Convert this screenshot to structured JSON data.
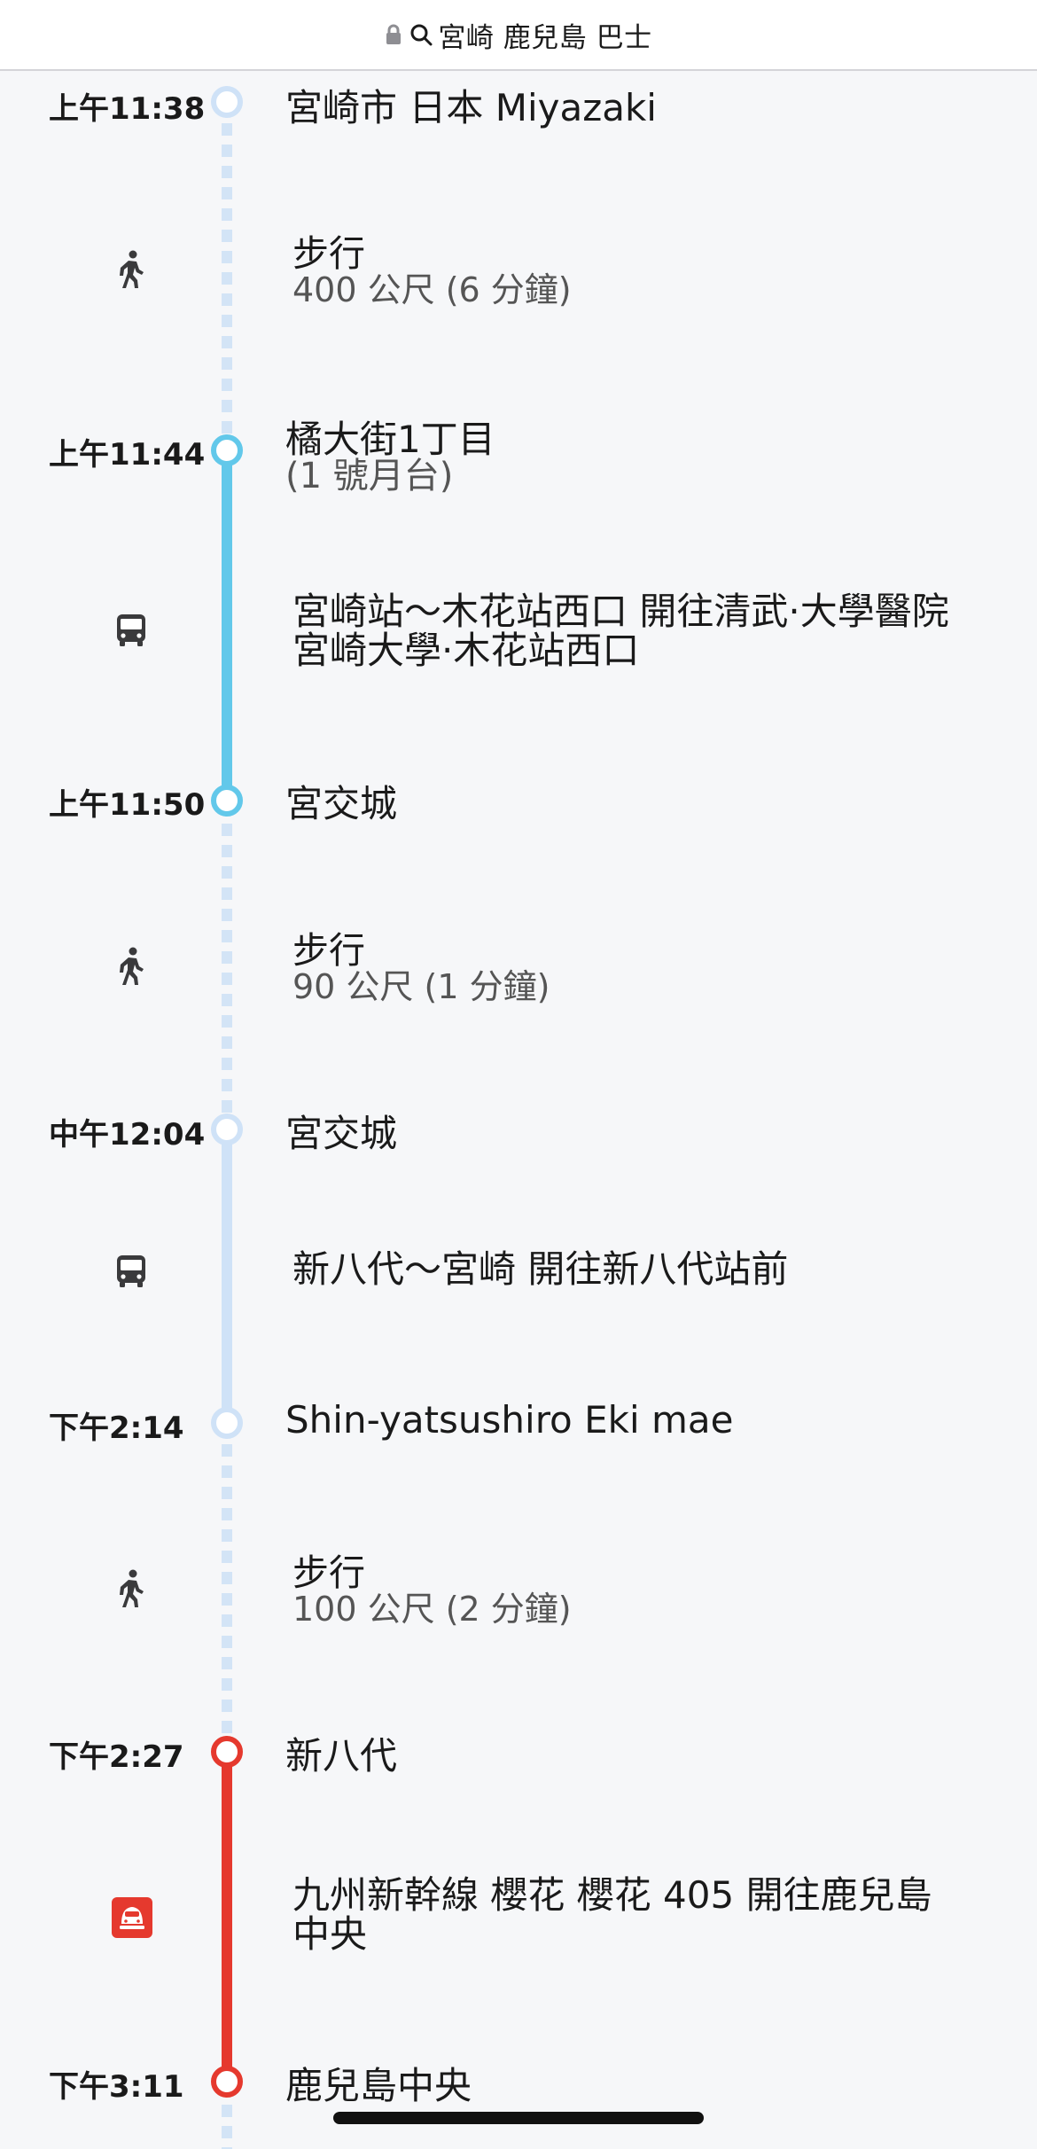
{
  "browser": {
    "url": "宮崎 鹿兒島 巴士",
    "icons": [
      "lock-icon",
      "search-icon"
    ]
  },
  "timeline": {
    "stops": [
      {
        "time": "上午11:38",
        "place": "宮崎市 日本 Miyazaki"
      },
      {
        "time": "上午11:44",
        "place": "橘大街1丁目",
        "platform": "(1 號月台)"
      },
      {
        "time": "上午11:50",
        "place": "宮交城"
      },
      {
        "time": "中午12:04",
        "place": "宮交城"
      },
      {
        "time": "下午2:14",
        "place": "Shin-yatsushiro Eki mae"
      },
      {
        "time": "下午2:27",
        "place": "新八代"
      },
      {
        "time": "下午3:11",
        "place": "鹿兒島中央"
      }
    ],
    "steps": [
      {
        "mode": "walk",
        "icon": "walking-icon",
        "title": "步行",
        "detail": "400 公尺 (6 分鐘)"
      },
      {
        "mode": "bus",
        "icon": "bus-icon",
        "line1": "宮崎站～木花站西口 開往清武·大學醫院",
        "line2": "宮崎大學·木花站西口"
      },
      {
        "mode": "walk",
        "icon": "walking-icon",
        "title": "步行",
        "detail": "90 公尺 (1 分鐘)"
      },
      {
        "mode": "bus",
        "icon": "bus-icon",
        "line1": "新八代～宮崎 開往新八代站前"
      },
      {
        "mode": "walk",
        "icon": "walking-icon",
        "title": "步行",
        "detail": "100 公尺 (2 分鐘)"
      },
      {
        "mode": "train",
        "icon": "shinkansen-icon",
        "line1": "九州新幹線 櫻花 櫻花 405 開往鹿兒島",
        "line2": "中央"
      }
    ]
  },
  "colors": {
    "walk": "#cfe2f7",
    "bus_1": "#62c8ea",
    "bus_2": "#cfe2f7",
    "train": "#e5392e"
  }
}
